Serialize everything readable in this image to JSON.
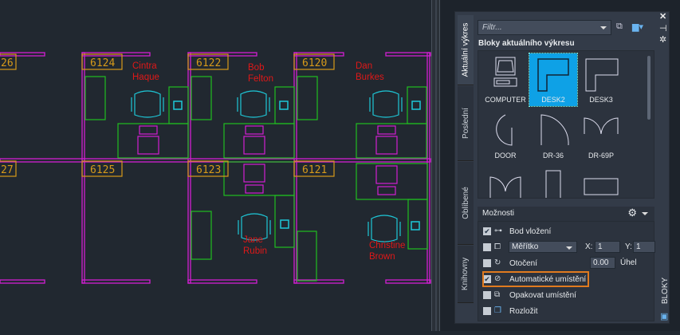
{
  "drawing": {
    "rooms": [
      "26",
      "6124",
      "6122",
      "6120",
      "27",
      "6125",
      "6123",
      "6121"
    ],
    "occupants": [
      {
        "first": "Cintra",
        "last": "Haque"
      },
      {
        "first": "Bob",
        "last": "Felton"
      },
      {
        "first": "Dan",
        "last": "Burkes"
      },
      {
        "first": "Jane",
        "last": "Rubin"
      },
      {
        "first": "Christine",
        "last": "Brown"
      }
    ],
    "colors": {
      "wall": "#d21ed2",
      "furniture": "#1fbf1f",
      "chair": "#1ec8d8",
      "label": "#d69a1a",
      "name": "#e01818"
    }
  },
  "palette": {
    "tabs": [
      "Aktuální výkres",
      "Poslední",
      "Oblíbené",
      "Knihovny"
    ],
    "filter_placeholder": "Filtr...",
    "section_title": "Bloky aktuálního výkresu",
    "blocks": [
      "COMPUTER",
      "DESK2",
      "DESK3",
      "DOOR",
      "DR-36",
      "DR-69P"
    ],
    "selected_block": "DESK2",
    "options_title": "Možnosti",
    "options": {
      "insertion_point": {
        "label": "Bod vložení",
        "checked": true
      },
      "scale": {
        "label": "Měřítko",
        "checked": false,
        "x_label": "X:",
        "x": "1",
        "y_label": "Y:",
        "y": "1"
      },
      "rotation": {
        "label": "Otočení",
        "checked": false,
        "value": "0.00",
        "unit": "Úhel"
      },
      "auto_placement": {
        "label": "Automatické umístění",
        "checked": true
      },
      "repeat_placement": {
        "label": "Opakovat umístění",
        "checked": false
      },
      "explode": {
        "label": "Rozložit",
        "checked": false
      }
    },
    "title": "BLOKY",
    "check_mark": "✔",
    "highlight_color": "#e07a1f"
  }
}
